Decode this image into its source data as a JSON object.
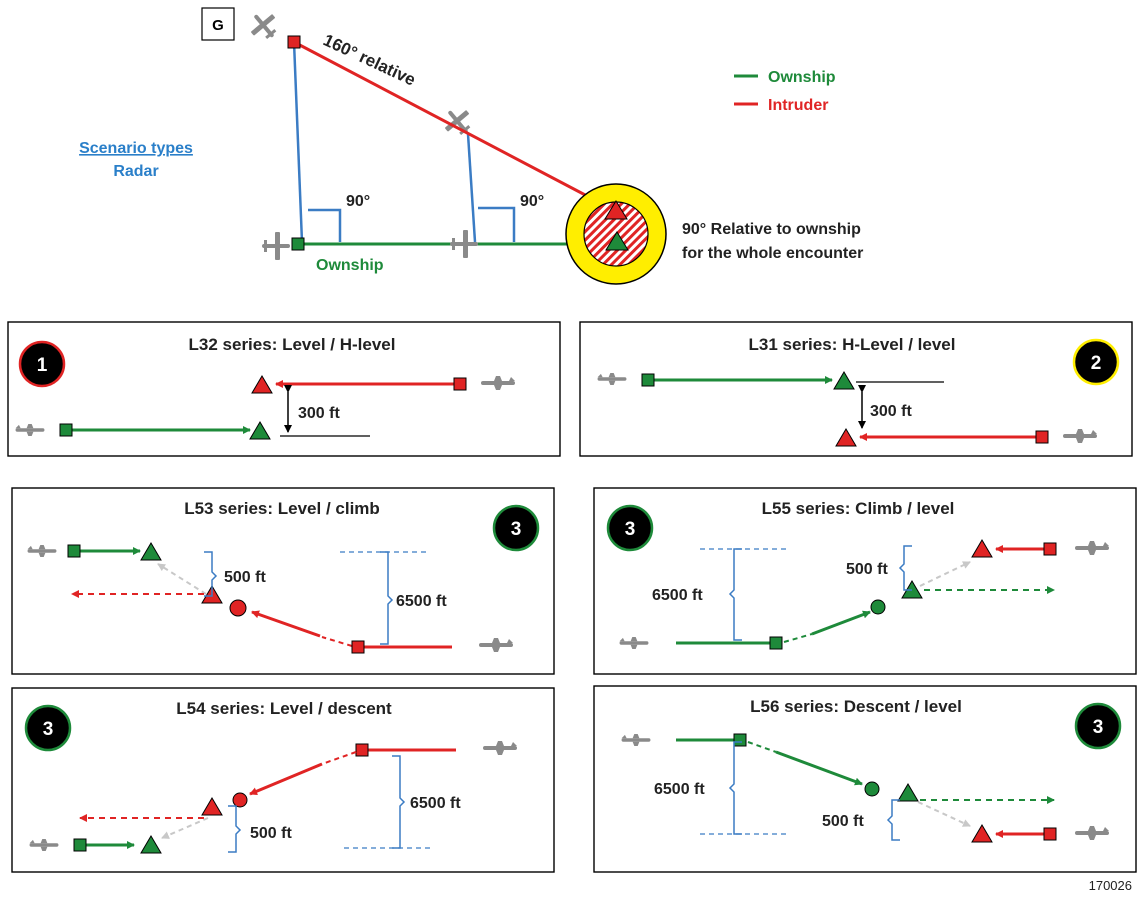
{
  "colors": {
    "ownship": "#1e8a3a",
    "intruder": "#e02424",
    "guide": "#3b7cc4",
    "link_blue": "#2a7fc9",
    "zone_yellow": "#ffee00"
  },
  "header": {
    "g_label": "G",
    "relative_label": "160° relative",
    "angle_left": "90°",
    "angle_right": "90°",
    "ownship_label": "Ownship",
    "note_line1": "90° Relative to ownship",
    "note_line2": "for the whole encounter",
    "scenario_types": "Scenario types",
    "radar": "Radar"
  },
  "legend": {
    "ownship": "Ownship",
    "intruder": "Intruder"
  },
  "panels": {
    "l32": {
      "title": "L32 series: Level / H-level",
      "badge": "1",
      "sep": "300 ft"
    },
    "l31": {
      "title": "L31 series: H-Level / level",
      "badge": "2",
      "sep": "300 ft"
    },
    "l53": {
      "title": "L53 series: Level / climb",
      "badge": "3",
      "sep_small": "500 ft",
      "sep_large": "6500 ft"
    },
    "l55": {
      "title": "L55 series: Climb / level",
      "badge": "3",
      "sep_small": "500 ft",
      "sep_large": "6500 ft"
    },
    "l54": {
      "title": "L54 series: Level / descent",
      "badge": "3",
      "sep_small": "500 ft",
      "sep_large": "6500 ft"
    },
    "l56": {
      "title": "L56 series: Descent / level",
      "badge": "3",
      "sep_small": "500 ft",
      "sep_large": "6500 ft"
    }
  },
  "figure_id": "170026"
}
